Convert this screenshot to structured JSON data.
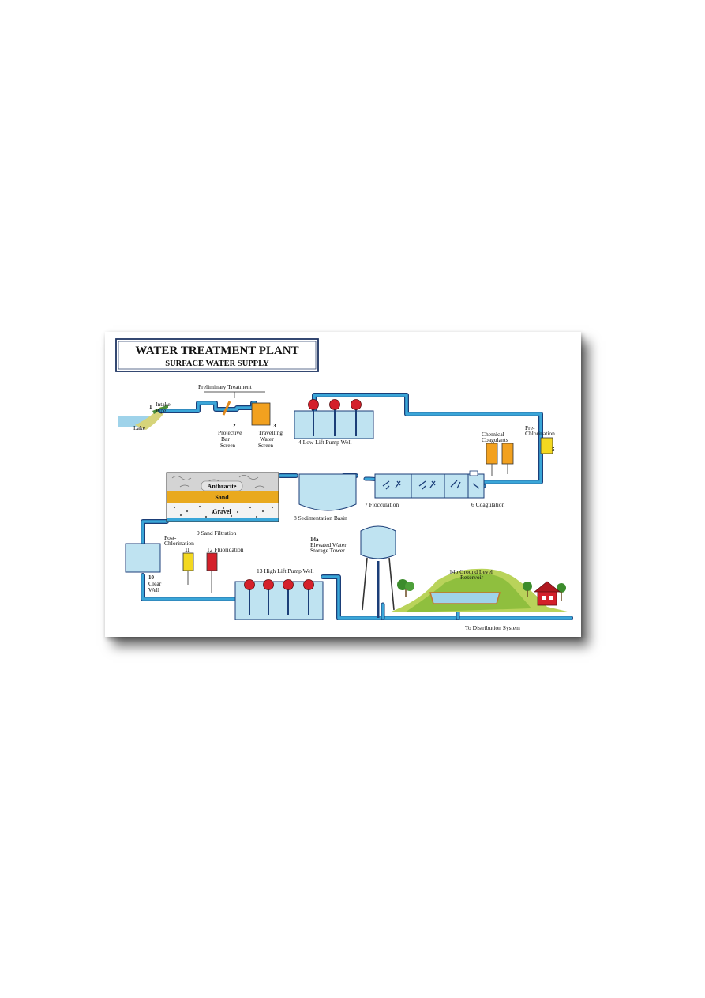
{
  "title": "WATER TREATMENT PLANT",
  "subtitle": "SURFACE WATER SUPPLY",
  "labels": {
    "preliminary_treatment": "Preliminary Treatment",
    "lake": "Lake",
    "intake_num": "1",
    "intake_l1": "Intake",
    "intake_l2": "Pipe",
    "bar_num": "2",
    "bar_l1": "Protective",
    "bar_l2": "Bar",
    "bar_l3": "Screen",
    "trav_num": "3",
    "trav_l1": "Travelling",
    "trav_l2": "Water",
    "trav_l3": "Screen",
    "low_lift": "4 Low Lift Pump Well",
    "chem_l1": "Chemical",
    "chem_l2": "Coagulants",
    "prechl_l1": "Pre-",
    "prechl_l2": "Chlorination",
    "prechl_num": "5",
    "coagulation": "6 Coagulation",
    "flocculation": "7 Flocculation",
    "sedimentation": "8 Sedimentation Basin",
    "anthracite": "Anthracite",
    "sand": "Sand",
    "gravel": "Gravel",
    "sand_filtration": "9 Sand Filtration",
    "postchl_l1": "Post-",
    "postchl_l2": "Chlorination",
    "clear_num": "10",
    "clear_l1": "Clear",
    "clear_l2": "Well",
    "chl_num": "11",
    "fluoridation": "12 Fluoridation",
    "high_lift": "13 High Lift Pump Well",
    "tower_num": "14a",
    "tower_l1": "Elevated Water",
    "tower_l2": "Storage Tower",
    "reservoir_l1": "14b Ground Level",
    "reservoir_l2": "Reservoir",
    "distribution": "To Distribution System"
  },
  "colors": {
    "pipe": "#3aa6d8",
    "pipe_outline": "#1b3e78",
    "tank_fill": "#bfe3f1",
    "pump_red": "#d4202a",
    "chem_orange": "#f2a11f",
    "chem_yellow": "#f3d820",
    "anthracite": "#cfcfcf",
    "sand": "#e9a91e",
    "title_border": "#1f3563",
    "title_text": "#1f3563"
  },
  "icons": {
    "pump": "pump-motor-icon",
    "house": "house-icon",
    "tree": "tree-icon"
  }
}
